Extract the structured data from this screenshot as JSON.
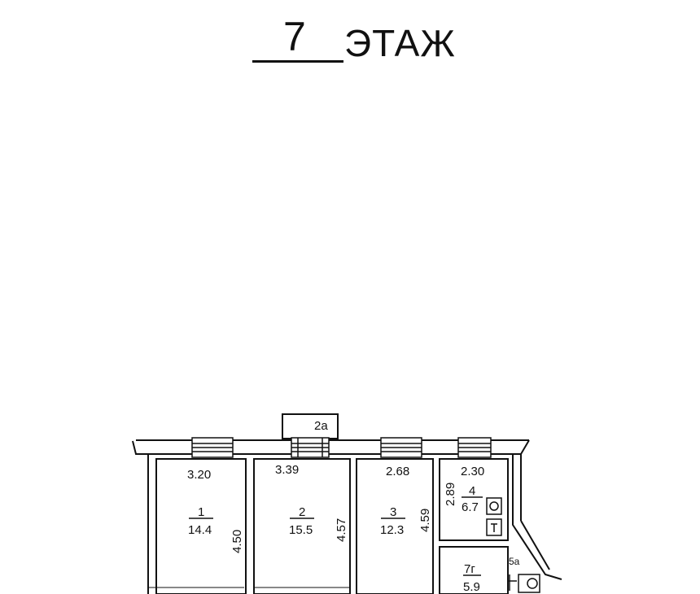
{
  "title": {
    "floor_number": "7",
    "floor_word": "ЭТАЖ"
  },
  "bay_label": "2а",
  "rooms": [
    {
      "id": "room-1",
      "top_dim": "3.20",
      "number": "1",
      "area": "14.4",
      "side_dim": "4.50"
    },
    {
      "id": "room-2",
      "top_dim": "3.39",
      "number": "2",
      "area": "15.5",
      "side_dim": "4.57"
    },
    {
      "id": "room-3",
      "top_dim": "2.68",
      "number": "3",
      "area": "12.3",
      "side_dim": "4.59"
    },
    {
      "id": "room-4",
      "top_dim": "2.30",
      "number": "4",
      "area": "6.7",
      "side_dim": "2.89"
    }
  ],
  "small_rooms": [
    {
      "id": "room-7g",
      "number": "7г",
      "area": "5.9"
    },
    {
      "id": "room-5a",
      "number": "5а"
    }
  ]
}
